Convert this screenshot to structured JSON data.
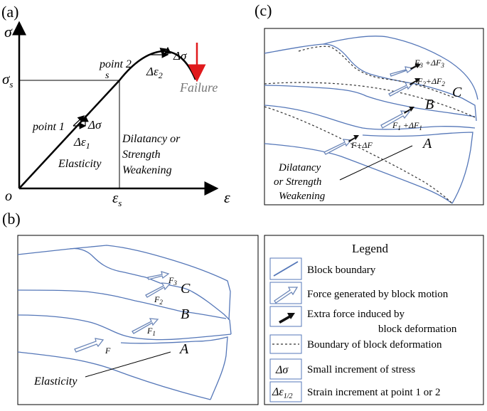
{
  "panel_a": {
    "label": "(a)",
    "y_axis": "σ",
    "x_axis": "ε",
    "origin": "o",
    "sigma_s": "σ",
    "sigma_s_sub": "s",
    "eps_s": "ε",
    "eps_s_sub": "s",
    "point1": "point 1",
    "point2": "point 2",
    "s_label": "s",
    "dsigma1": "Δσ",
    "deps1": "Δε",
    "deps1_sub": "1",
    "dsigma2": "Δσ",
    "deps2": "Δε",
    "deps2_sub": "2",
    "failure": "Failure",
    "elasticity": "Elasticity",
    "dilatancy_lines": [
      "Dilatancy or",
      "Strength",
      "Weakening"
    ]
  },
  "panel_b": {
    "label": "(b)",
    "A": "A",
    "B": "B",
    "C": "C",
    "F": "F",
    "F1": "F",
    "F1_sub": "1",
    "F2": "F",
    "F2_sub": "2",
    "F3": "F",
    "F3_sub": "3",
    "elasticity": "Elasticity"
  },
  "panel_c": {
    "label": "(c)",
    "A": "A",
    "B": "B",
    "C": "C",
    "F_dF": "F+ΔF",
    "F1_dF1": "F",
    "F1_dF1_sub": "1",
    "F1_dF1_rest": " +ΔF",
    "F1_dF1_sub2": "1",
    "F2_dF2": "F",
    "F2_dF2_sub": "2",
    "F2_dF2_rest": "+ΔF",
    "F2_dF2_sub2": "2",
    "F3_dF3": "F",
    "F3_dF3_sub": "3",
    "F3_dF3_rest": " +ΔF",
    "F3_dF3_sub2": "3",
    "dilatancy_lines": [
      "Dilatancy",
      "or Strength",
      "Weakening"
    ]
  },
  "legend": {
    "title": "Legend",
    "items": [
      "Block boundary",
      "Force generated by block motion",
      "Extra force induced by",
      "block deformation",
      "Boundary of block deformation",
      "Small increment of stress",
      "Strain increment at point 1 or 2"
    ],
    "sym_dsigma": "Δσ",
    "sym_deps": "Δε",
    "sym_deps_sub": "1/2"
  },
  "colors": {
    "block_line": "#5577b8",
    "failure_arrow": "#e0191c",
    "axis": "#000000"
  }
}
